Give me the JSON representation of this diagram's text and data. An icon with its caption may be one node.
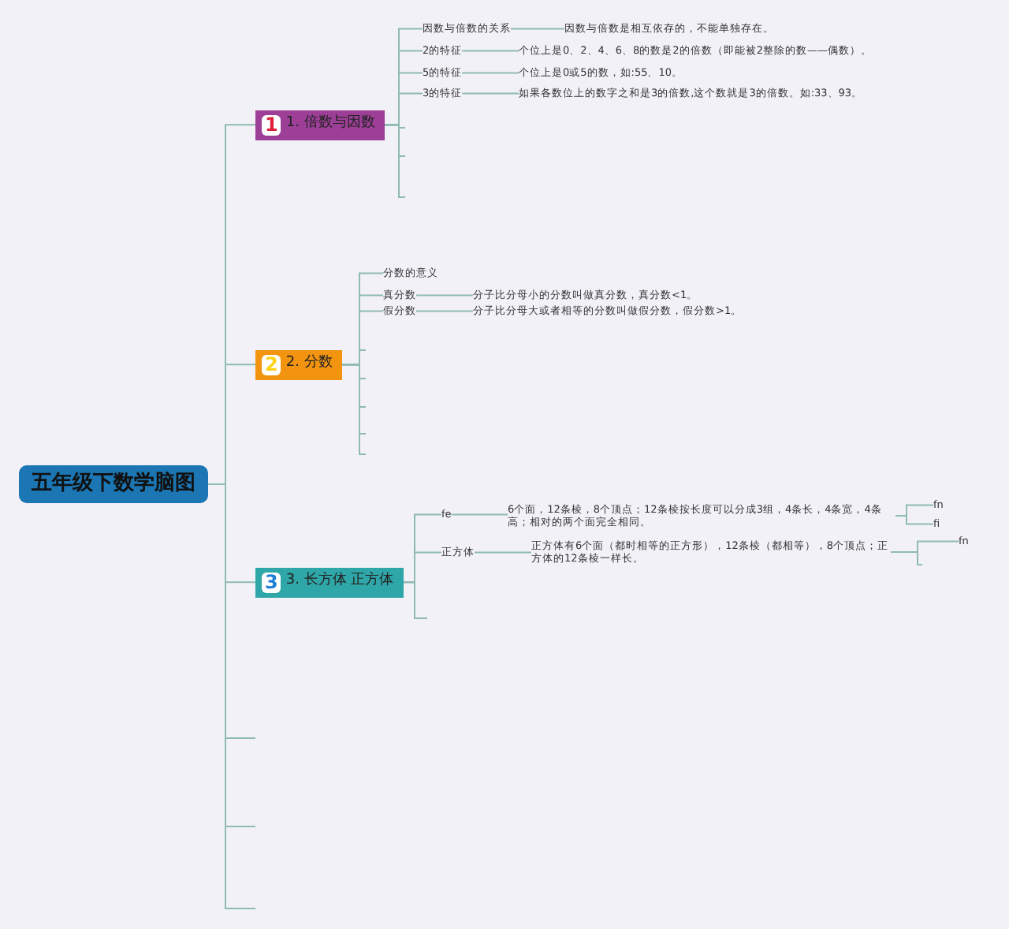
{
  "diagram": {
    "nodes": [
      {
        "text": [
          "五年级下数学脑图"
        ]
      },
      {
        "text": [
          "1",
          "1. 倍数与因数"
        ]
      },
      {
        "text": [
          "因数与倍数的关系"
        ]
      },
      {
        "text": [
          "因数与倍数是相互依存的，不能单独存在。"
        ]
      },
      {
        "text": [
          "2的特征"
        ]
      },
      {
        "text": [
          "个位上是0、2、4、6、8的数是2的倍数（即能被2整除的数——偶数）。"
        ]
      },
      {
        "text": [
          "5的特征"
        ]
      },
      {
        "text": [
          "个位上是0或5的数，如:55、10。"
        ]
      },
      {
        "text": [
          "3的特征"
        ]
      },
      {
        "text": [
          "如果各数位上的数字之和是3的倍数,这个数就是3的倍数。如:33、93。"
        ]
      },
      {
        "text": [
          "2",
          "2. 分数"
        ]
      },
      {
        "text": [
          "分数的意义"
        ]
      },
      {
        "text": [
          "真分数"
        ]
      },
      {
        "text": [
          "分子比分母小的分数叫做真分数，真分数<1。"
        ]
      },
      {
        "text": [
          "假分数"
        ]
      },
      {
        "text": [
          "分子比分母大或者相等的分数叫做假分数，假分数>1。"
        ]
      },
      {
        "text": [
          "3",
          "3. 长方体 正方体"
        ]
      },
      {
        "text": [
          "fe"
        ]
      },
      {
        "text": [
          "6个面，12条棱，8个顶点；12条棱按长度可以分成3组，4条长，4条宽，4条高；相对的两个面完全相同。"
        ]
      },
      {
        "text": [
          "fn"
        ]
      },
      {
        "text": [
          "fi"
        ]
      },
      {
        "text": [
          "正方体"
        ]
      },
      {
        "text": [
          "正方体有6个面（都时相等的正方形），12条棱（都相等），8个顶点；正方体的12条棱一样长。"
        ]
      },
      {
        "text": [
          "fn"
        ]
      }
    ],
    "edges": [
      {
        "from": 0,
        "to": 1,
        "arrow": "none"
      },
      {
        "from": 0,
        "to": 10,
        "arrow": "none"
      },
      {
        "from": 0,
        "to": 16,
        "arrow": "none"
      },
      {
        "from": 0,
        "to": null,
        "arrow": "none"
      },
      {
        "from": 0,
        "to": null,
        "arrow": "none"
      },
      {
        "from": 0,
        "to": null,
        "arrow": "none"
      },
      {
        "from": 1,
        "to": 2,
        "arrow": "none"
      },
      {
        "from": 2,
        "to": 3,
        "arrow": "none"
      },
      {
        "from": 1,
        "to": 4,
        "arrow": "none"
      },
      {
        "from": 4,
        "to": 5,
        "arrow": "none"
      },
      {
        "from": 1,
        "to": 6,
        "arrow": "none"
      },
      {
        "from": 6,
        "to": 7,
        "arrow": "none"
      },
      {
        "from": 1,
        "to": 8,
        "arrow": "none"
      },
      {
        "from": 8,
        "to": 9,
        "arrow": "none"
      },
      {
        "from": 1,
        "to": null,
        "arrow": "none"
      },
      {
        "from": 1,
        "to": null,
        "arrow": "none"
      },
      {
        "from": 1,
        "to": null,
        "arrow": "none"
      },
      {
        "from": 10,
        "to": 11,
        "arrow": "none"
      },
      {
        "from": 10,
        "to": 12,
        "arrow": "none"
      },
      {
        "from": 12,
        "to": 13,
        "arrow": "none"
      },
      {
        "from": 10,
        "to": 14,
        "arrow": "none"
      },
      {
        "from": 14,
        "to": 15,
        "arrow": "none"
      },
      {
        "from": 10,
        "to": null,
        "arrow": "none"
      },
      {
        "from": 10,
        "to": null,
        "arrow": "none"
      },
      {
        "from": 10,
        "to": null,
        "arrow": "none"
      },
      {
        "from": 10,
        "to": null,
        "arrow": "none"
      },
      {
        "from": 10,
        "to": null,
        "arrow": "none"
      },
      {
        "from": 16,
        "to": 17,
        "arrow": "none"
      },
      {
        "from": 17,
        "to": 18,
        "arrow": "none"
      },
      {
        "from": 18,
        "to": 19,
        "arrow": "none"
      },
      {
        "from": 18,
        "to": 20,
        "arrow": "none"
      },
      {
        "from": 16,
        "to": 21,
        "arrow": "none"
      },
      {
        "from": 21,
        "to": 22,
        "arrow": "none"
      },
      {
        "from": 22,
        "to": 23,
        "arrow": "none"
      },
      {
        "from": 22,
        "to": null,
        "arrow": "none"
      },
      {
        "from": 16,
        "to": null,
        "arrow": "none"
      }
    ]
  }
}
